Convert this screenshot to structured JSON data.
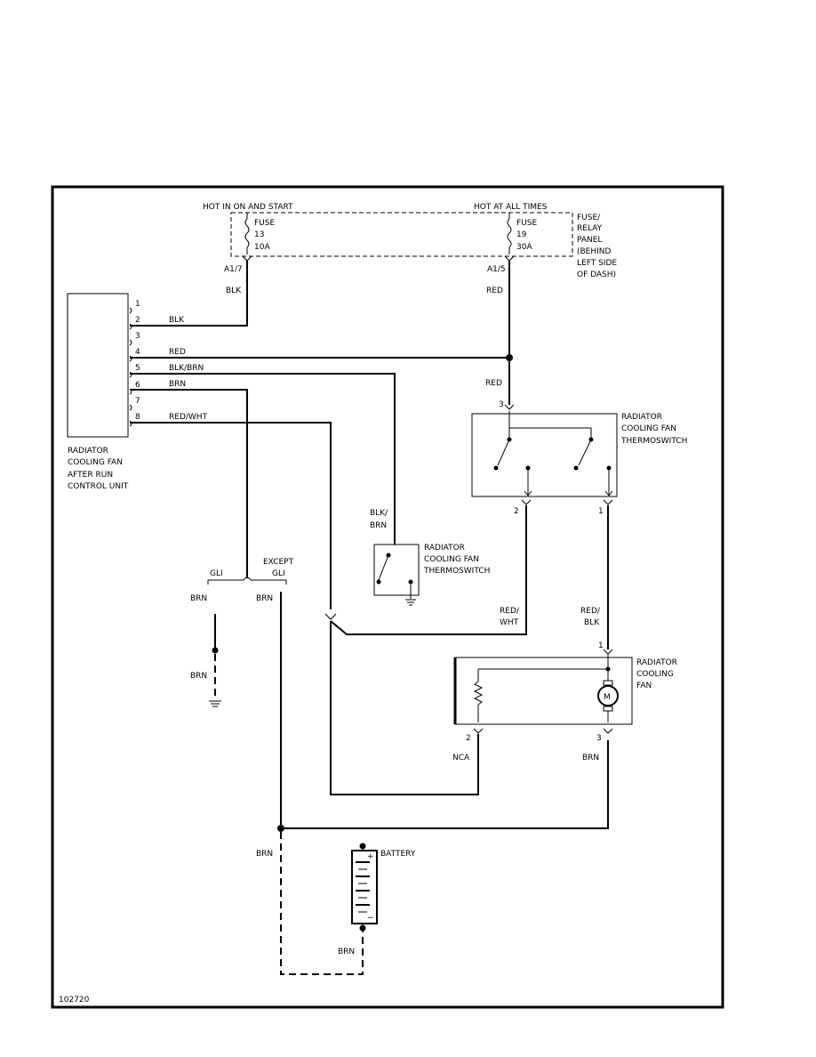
{
  "fuse_panel": {
    "hot_on_start": "HOT IN ON AND START",
    "hot_all_times": "HOT AT ALL TIMES",
    "fuse13": {
      "label": "FUSE",
      "number": "13",
      "rating": "10A"
    },
    "fuse19": {
      "label": "FUSE",
      "number": "19",
      "rating": "30A"
    },
    "panel_label": [
      "FUSE/",
      "RELAY",
      "PANEL",
      "(BEHIND",
      "LEFT SIDE",
      "OF DASH)"
    ],
    "term_left": "A1/7",
    "term_right": "A1/5"
  },
  "control_unit": {
    "label": [
      "RADIATOR",
      "COOLING FAN",
      "AFTER RUN",
      "CONTROL UNIT"
    ],
    "pins": [
      "1",
      "2",
      "3",
      "4",
      "5",
      "6",
      "7",
      "8"
    ]
  },
  "wires": {
    "blk_top": "BLK",
    "red_top": "RED",
    "pin2": "BLK",
    "pin4": "RED",
    "pin5": "BLK/BRN",
    "pin6": "BRN",
    "pin8": "RED/WHT",
    "red_to_switch": "RED",
    "blk_brn_1": "BLK/",
    "blk_brn_2": "BRN",
    "red_wht_1": "RED/",
    "red_wht_2": "WHT",
    "red_blk_1": "RED/",
    "red_blk_2": "BLK",
    "gli": "GLI",
    "except_1": "EXCEPT",
    "except_2": "GLI",
    "brn_gli": "BRN",
    "brn_except": "BRN",
    "brn_gnd": "BRN",
    "nca": "NCA",
    "brn_fan": "BRN",
    "brn_left": "BRN",
    "brn_batt": "BRN"
  },
  "thermoswitch_main": {
    "label": [
      "RADIATOR",
      "COOLING FAN",
      "THERMOSWITCH"
    ],
    "pin3": "3",
    "pin2": "2",
    "pin1": "1"
  },
  "thermoswitch_small": {
    "label": [
      "RADIATOR",
      "COOLING FAN",
      "THERMOSWITCH"
    ]
  },
  "fan": {
    "label": [
      "RADIATOR",
      "COOLING",
      "FAN"
    ],
    "motor": "M",
    "pin1": "1",
    "pin2": "2",
    "pin3": "3"
  },
  "battery": {
    "label": "BATTERY",
    "plus": "+",
    "minus": "−"
  },
  "figure_id": "102720"
}
